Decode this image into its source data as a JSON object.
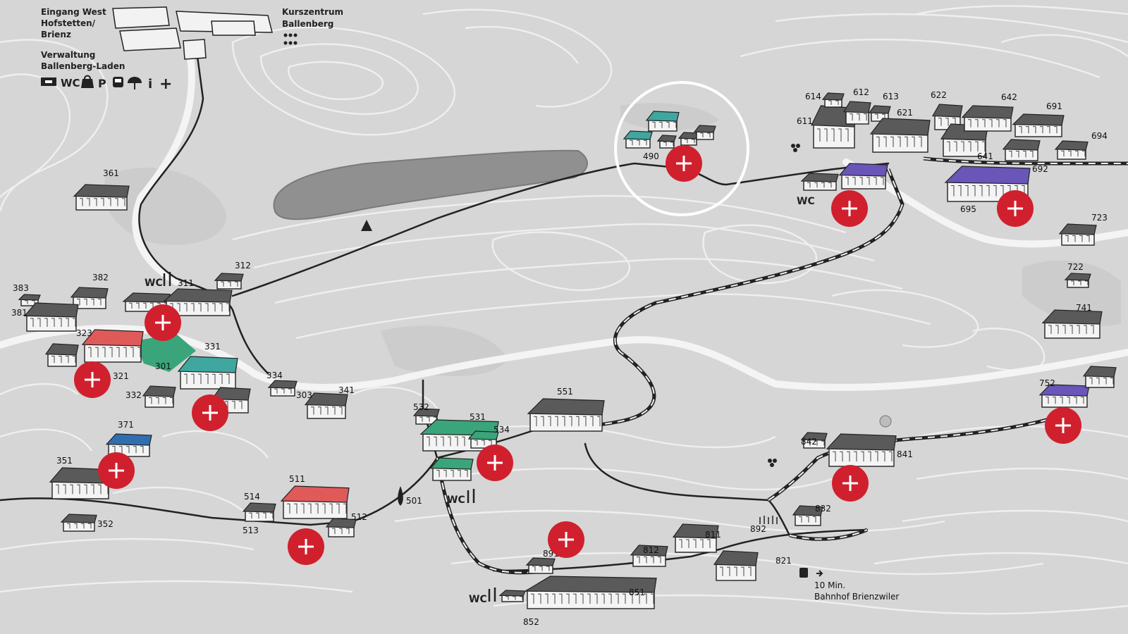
{
  "map": {
    "labels": {
      "entrance": [
        "Eingang West",
        "Hofstetten/",
        "Brienz"
      ],
      "course_center": [
        "Kurszentrum",
        "Ballenberg"
      ],
      "admin": [
        "Verwaltung",
        "Ballenberg-Laden"
      ],
      "train_note": [
        "10 Min.",
        "Bahnhof Brienzwiler"
      ]
    },
    "service_icons": [
      "ticket-icon",
      "wc-icon",
      "shop-icon",
      "parking-icon",
      "bus-icon",
      "umbrella-icon",
      "info-icon",
      "first-aid-icon"
    ],
    "service_text": {
      "wc": "WC",
      "parking": "P",
      "info": "i",
      "first_aid": "+"
    },
    "wc_label": "WC",
    "building_numbers": {
      "n312": "312",
      "n311": "311",
      "n361": "361",
      "n382": "382",
      "n383": "383",
      "n381": "381",
      "n323": "323",
      "n321": "321",
      "n301": "301",
      "n331": "331",
      "n332": "332",
      "n334": "334",
      "n303": "303",
      "n341": "341",
      "n371": "371",
      "n351": "351",
      "n352": "352",
      "n514": "514",
      "n511": "511",
      "n513": "513",
      "n512": "512",
      "n501": "501",
      "n532": "532",
      "n531": "531",
      "n534": "534",
      "n551": "551",
      "n490": "490",
      "n614": "614",
      "n612": "612",
      "n613": "613",
      "n611": "611",
      "n621": "621",
      "n622": "622",
      "n642": "642",
      "n691": "691",
      "n694": "694",
      "n641": "641",
      "n692": "692",
      "n695": "695",
      "n723": "723",
      "n722": "722",
      "n741": "741",
      "n752": "752",
      "n842": "842",
      "n841": "841",
      "n832": "832",
      "n811": "811",
      "n892": "892",
      "n821": "821",
      "n812": "812",
      "n891": "891",
      "n851": "851",
      "n852": "852"
    },
    "add_marker_symbol": "+",
    "colors": {
      "background": "#d9d9d9",
      "marker_red": "#d0202e",
      "roof_red": "#e05a5a",
      "roof_green": "#3aa57a",
      "roof_teal": "#3fa6a0",
      "roof_blue": "#2f6fb0",
      "roof_purple": "#6a55b8",
      "lake": "#8f8f8f",
      "highlight_ring": "#ffffff"
    }
  }
}
